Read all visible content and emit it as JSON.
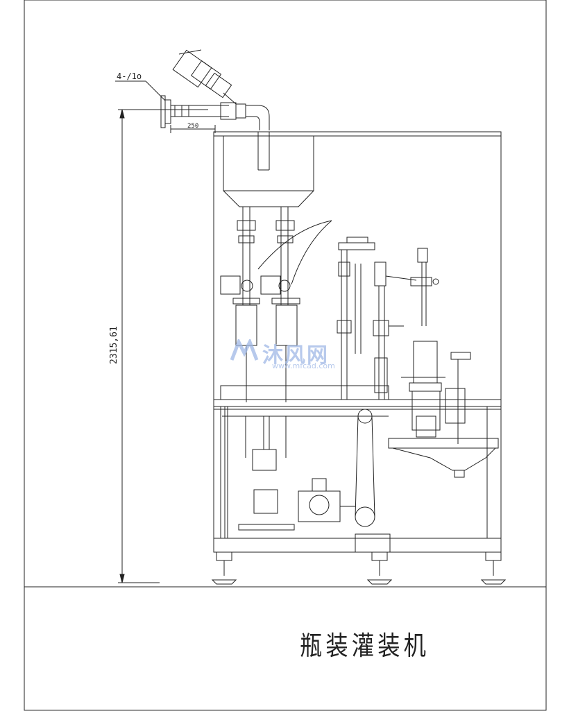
{
  "drawing": {
    "title": "瓶装灌装机",
    "flange_label": "4-/1o",
    "pipe_dim": "250",
    "height_dim": "2315,61"
  },
  "watermark": {
    "cn": "沐风网",
    "url": "www.mfcad.com"
  },
  "colors": {
    "line": "#222222",
    "watermark": "#9fb8e6"
  }
}
